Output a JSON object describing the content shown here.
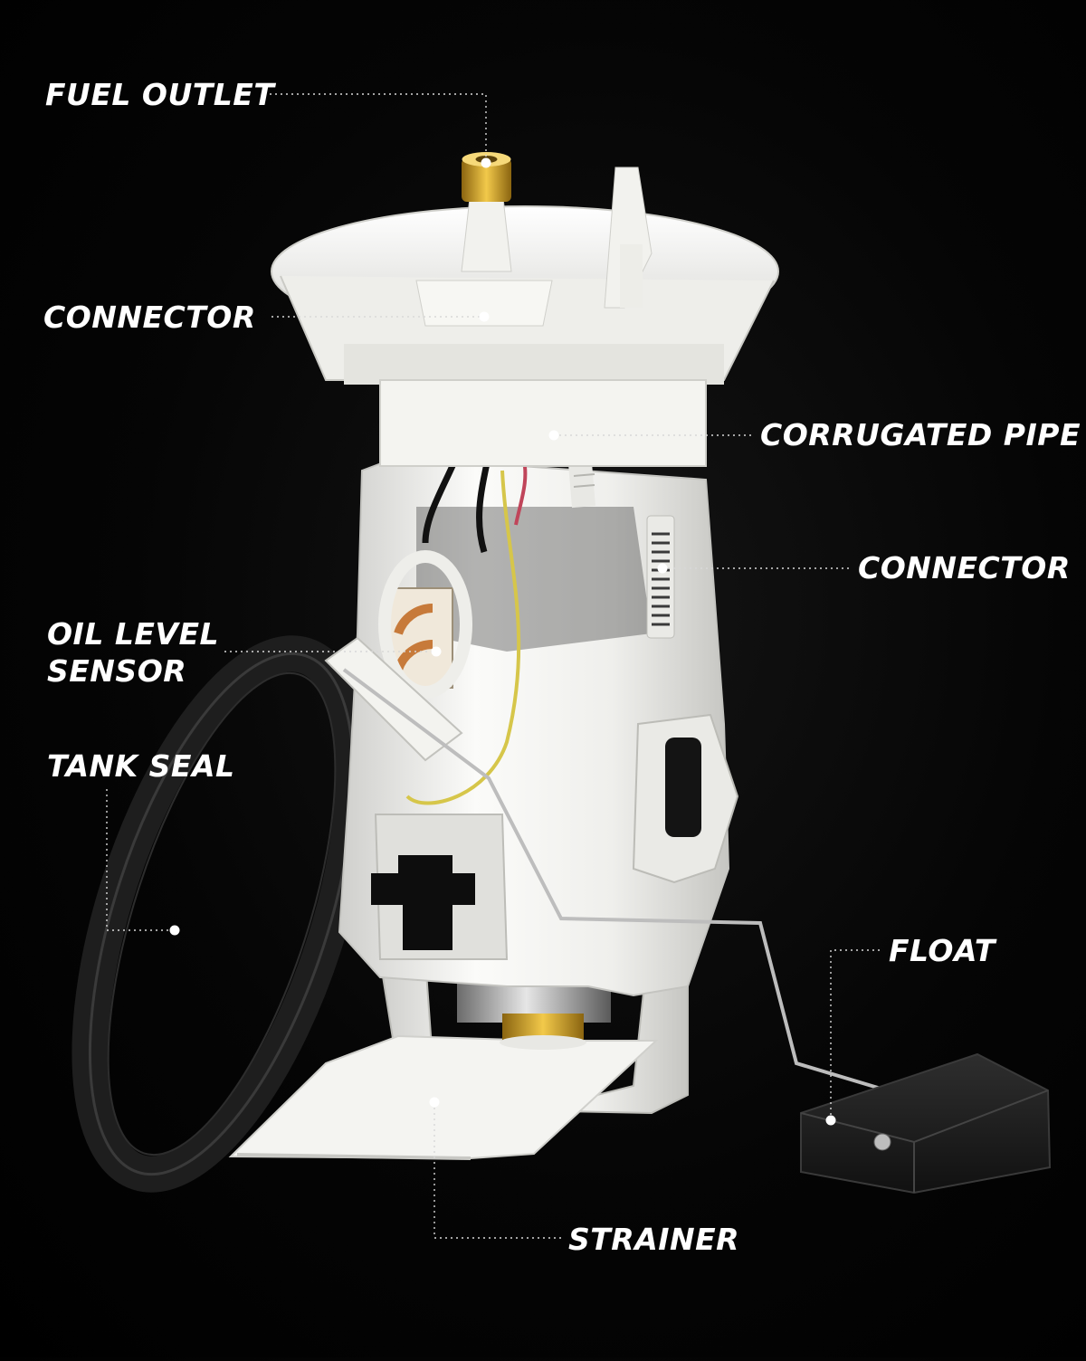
{
  "callouts": {
    "fuel_outlet": "FUEL OUTLET",
    "connector_top": "CONNECTOR",
    "corrugated_pipe": "CORRUGATED PIPE",
    "connector_right": "CONNECTOR",
    "oil_level_sensor": [
      "OIL LEVEL",
      "SENSOR"
    ],
    "tank_seal": "TANK SEAL",
    "float": "FLOAT",
    "strainer": "STRAINER"
  },
  "colors": {
    "background": "#000000",
    "label": "#ffffff",
    "housing": "#f2f2f0",
    "gold_fitting": "#d9a52a",
    "seal": "#1c1c1c",
    "wire_yellow": "#d6c64a"
  }
}
